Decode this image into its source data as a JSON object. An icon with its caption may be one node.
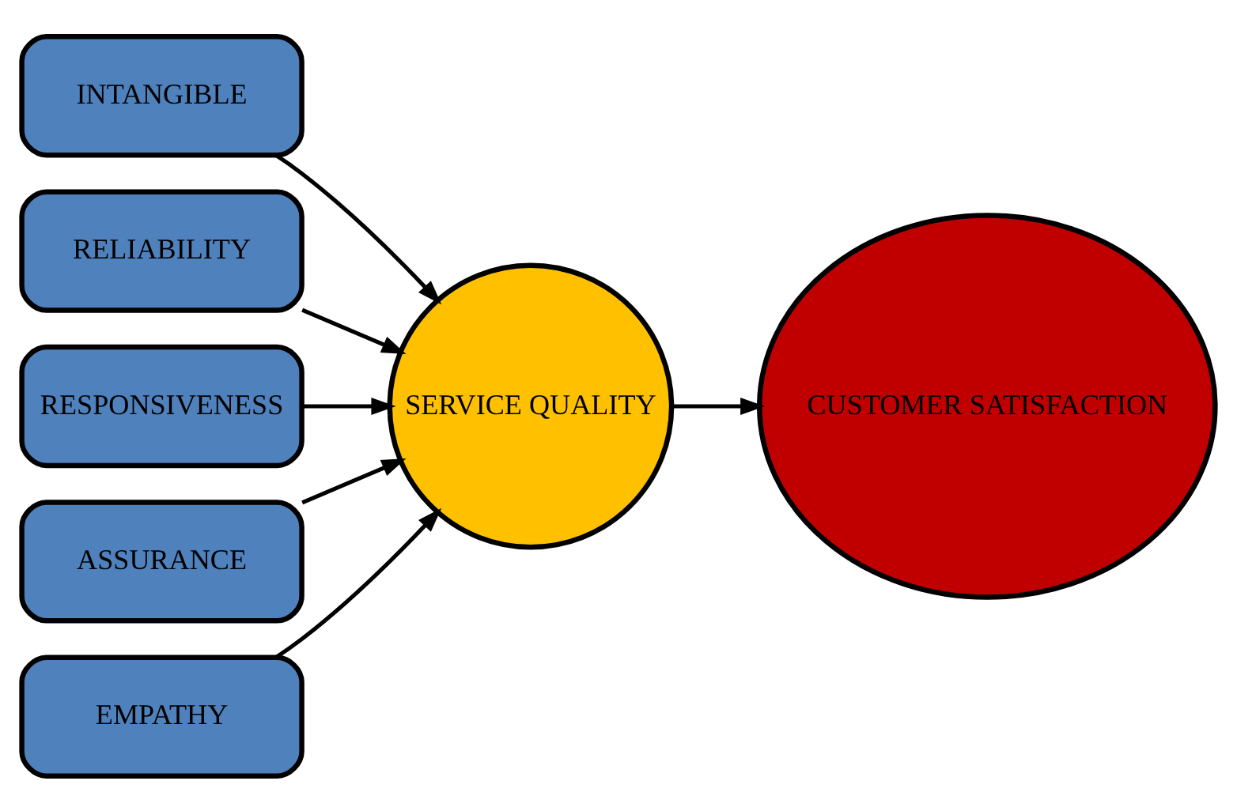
{
  "diagram": {
    "nodes": [
      {
        "text": [
          "INTANGIBLE"
        ]
      },
      {
        "text": [
          "RELIABILITY"
        ]
      },
      {
        "text": [
          "RESPONSIVENESS"
        ]
      },
      {
        "text": [
          "ASSURANCE"
        ]
      },
      {
        "text": [
          "EMPATHY"
        ]
      },
      {
        "text": [
          "SERVICE QUALITY"
        ]
      },
      {
        "text": [
          "CUSTOMER SATISFACTION"
        ]
      }
    ],
    "edges": [
      {
        "from": 0,
        "to": 5,
        "arrow": "to"
      },
      {
        "from": 1,
        "to": 5,
        "arrow": "to"
      },
      {
        "from": 2,
        "to": 5,
        "arrow": "to"
      },
      {
        "from": 3,
        "to": 5,
        "arrow": "to"
      },
      {
        "from": 4,
        "to": 5,
        "arrow": "to"
      },
      {
        "from": 5,
        "to": 6,
        "arrow": "to"
      }
    ]
  }
}
